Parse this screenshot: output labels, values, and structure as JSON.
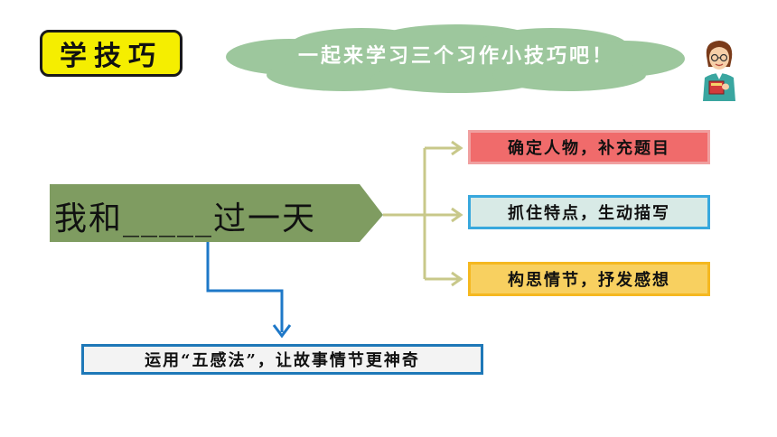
{
  "badge": {
    "label": "学技巧"
  },
  "cloud": {
    "text": "一起来学习三个习作小技巧吧！"
  },
  "topic": {
    "label": "我和_____过一天"
  },
  "branches": [
    {
      "label": "确定人物，补充题目"
    },
    {
      "label": "抓住特点，生动描写"
    },
    {
      "label": "构思情节，抒发感想"
    }
  ],
  "tip": {
    "label": "运用“五感法”，让故事情节更神奇"
  },
  "colors": {
    "badge": "#f5ee00",
    "cloud": "#9dc79d",
    "main_arrow": "#7f9c61",
    "branch_line": "#c8c88a",
    "red_box": "#f06b6b",
    "blue_box_border": "#38a8dd",
    "orange_box": "#f8d060",
    "tip_border": "#1e78b8",
    "down_arrow": "#1e78c8"
  },
  "icons": {
    "teacher": "teacher-holding-book-icon"
  }
}
